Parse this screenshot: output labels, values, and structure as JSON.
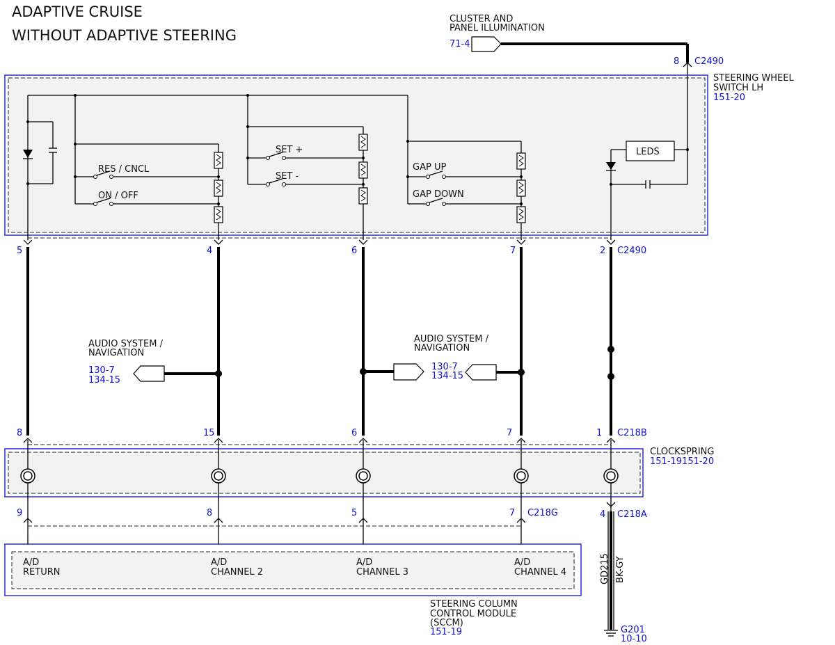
{
  "title": {
    "line1": "ADAPTIVE CRUISE",
    "line2": "WITHOUT ADAPTIVE STEERING"
  },
  "cluster_illumination": {
    "label_line1": "CLUSTER AND",
    "label_line2": "PANEL ILLUMINATION",
    "ref": "71-4",
    "pin": "8",
    "connector": "C2490"
  },
  "steering_wheel_switch": {
    "name_line1": "STEERING WHEEL",
    "name_line2": "SWITCH LH",
    "ref": "151-20",
    "switches": {
      "res_cncl": "RES / CNCL",
      "on_off": "ON / OFF",
      "set_plus": "SET +",
      "set_minus": "SET -",
      "gap_up": "GAP UP",
      "gap_down": "GAP DOWN"
    },
    "leds_label": "LEDS",
    "connector": "C2490",
    "pins": [
      "5",
      "4",
      "6",
      "7",
      "2"
    ]
  },
  "audio_left": {
    "label_line1": "AUDIO SYSTEM /",
    "label_line2": "NAVIGATION",
    "ref1": "130-7",
    "ref2": "134-15"
  },
  "audio_right": {
    "label_line1": "AUDIO SYSTEM /",
    "label_line2": "NAVIGATION",
    "ref1": "130-7",
    "ref2": "134-15"
  },
  "clockspring": {
    "name": "CLOCKSPRING",
    "refs": "151-19151-20",
    "top_connector": "C218B",
    "top_pins": [
      "8",
      "15",
      "6",
      "7",
      "1"
    ],
    "bottom_connector_g": "C218G",
    "bottom_connector_a": "C218A",
    "bottom_pins": [
      "9",
      "8",
      "5",
      "7",
      "4"
    ]
  },
  "sccm": {
    "name_line1": "STEERING COLUMN",
    "name_line2": "CONTROL MODULE",
    "name_line3": "(SCCM)",
    "ref": "151-19",
    "channels": [
      {
        "l1": "A/D",
        "l2": "RETURN"
      },
      {
        "l1": "A/D",
        "l2": "CHANNEL 2"
      },
      {
        "l1": "A/D",
        "l2": "CHANNEL 3"
      },
      {
        "l1": "A/D",
        "l2": "CHANNEL 4"
      }
    ]
  },
  "ground": {
    "circuit": "GD215",
    "color": "BK-GY",
    "location": "G201",
    "ref": "10-10"
  }
}
